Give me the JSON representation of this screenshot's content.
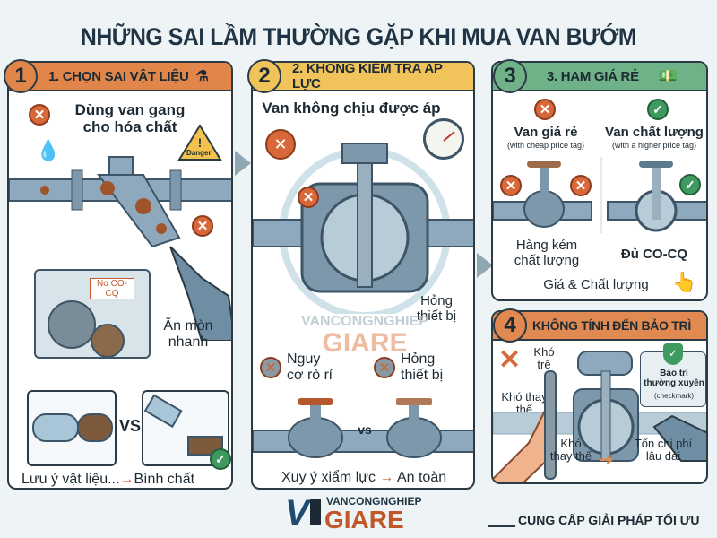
{
  "title": "NHỮNG SAI LẦM THƯỜNG GẶP KHI MUA VAN BƯỚM",
  "panels": [
    {
      "number": "1",
      "heading": "1. CHỌN SAI VẬT LIỆU",
      "color": "#e0864a",
      "icon": "flask-icon",
      "subtitle": "Dùng van gang cho hóa chất",
      "danger": "Danger",
      "badge": "No CO-CQ",
      "corrosion": "Ăn mòn nhanh",
      "vs": "VS",
      "footer_left": "Lưu ý vật liệu...",
      "footer_right": "Bình chất"
    },
    {
      "number": "2",
      "heading": "2. KHÔNG KIỂM TRA ÁP LỰC",
      "color": "#f0c45a",
      "icon": "pressure-gauge-icon",
      "subtitle": "Van không chịu được áp",
      "damage_top": "Hỏng thiết bị",
      "risk": "Nguy cơ rò rỉ",
      "damage": "Hỏng thiết bị",
      "vs": "vs",
      "footer_left": "Xuy ý xiẩm lực",
      "footer_right": "An toàn",
      "watermark_top": "VANCONGNGHIEP",
      "watermark_bottom": "GIARE"
    },
    {
      "number": "3",
      "heading": "3. HAM GIÁ RẺ",
      "color": "#6fb287",
      "icon": "money-icon",
      "cheap_title": "Van giá rẻ",
      "cheap_note": "(with cheap price tag)",
      "quality_title": "Van chất lượng",
      "quality_note": "(with a higher price tag)",
      "cheap_result": "Hàng kém chất lượng",
      "quality_result": "Đủ CO-CQ",
      "footer": "Giá & Chất lượng"
    },
    {
      "number": "4",
      "heading": "KHÔNG TÍNH ĐẾN BẢO TRÌ",
      "color": "#e0864a",
      "hard_jam": "Khó trế",
      "hard_replace": "Khó thay thế",
      "maintenance": "Bảo trì thường xuyên",
      "maintenance_note": "(checkmark)",
      "bottom_left": "Khó thay thế",
      "bottom_right": "Tốn chi phí lâu dài"
    }
  ],
  "logo": {
    "top": "VANCONGNGHIEP",
    "bottom": "GIARE"
  },
  "tagline": "CUNG CẤP GIẢI PHÁP TỐI ƯU"
}
